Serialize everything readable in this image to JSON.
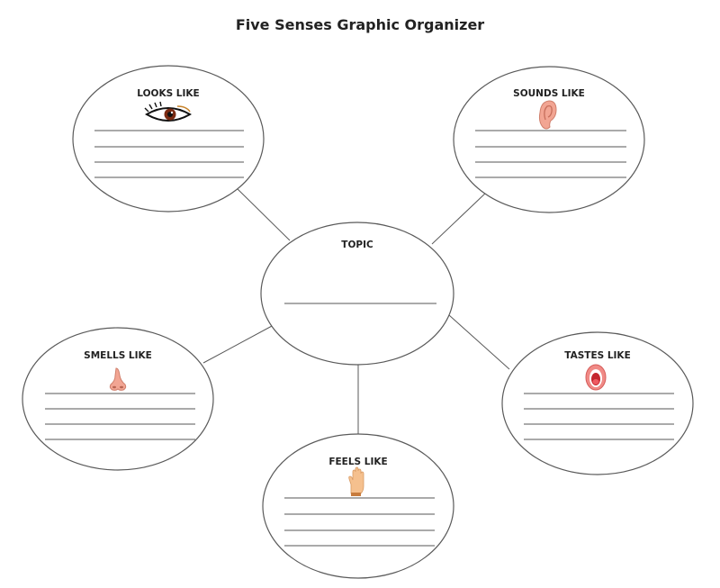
{
  "title": "Five Senses Graphic Organizer",
  "colors": {
    "outline": "#5a5a5a",
    "lines": "#555555",
    "background": "#ffffff"
  },
  "nodes": {
    "topic": {
      "label": "TOPIC"
    },
    "looks": {
      "label": "LOOKS LIKE",
      "icon": "eye-icon"
    },
    "sounds": {
      "label": "SOUNDS LIKE",
      "icon": "ear-icon"
    },
    "smells": {
      "label": "SMELLS LIKE",
      "icon": "nose-icon"
    },
    "tastes": {
      "label": "TASTES LIKE",
      "icon": "mouth-icon"
    },
    "feels": {
      "label": "FEELS LIKE",
      "icon": "hand-icon"
    }
  }
}
